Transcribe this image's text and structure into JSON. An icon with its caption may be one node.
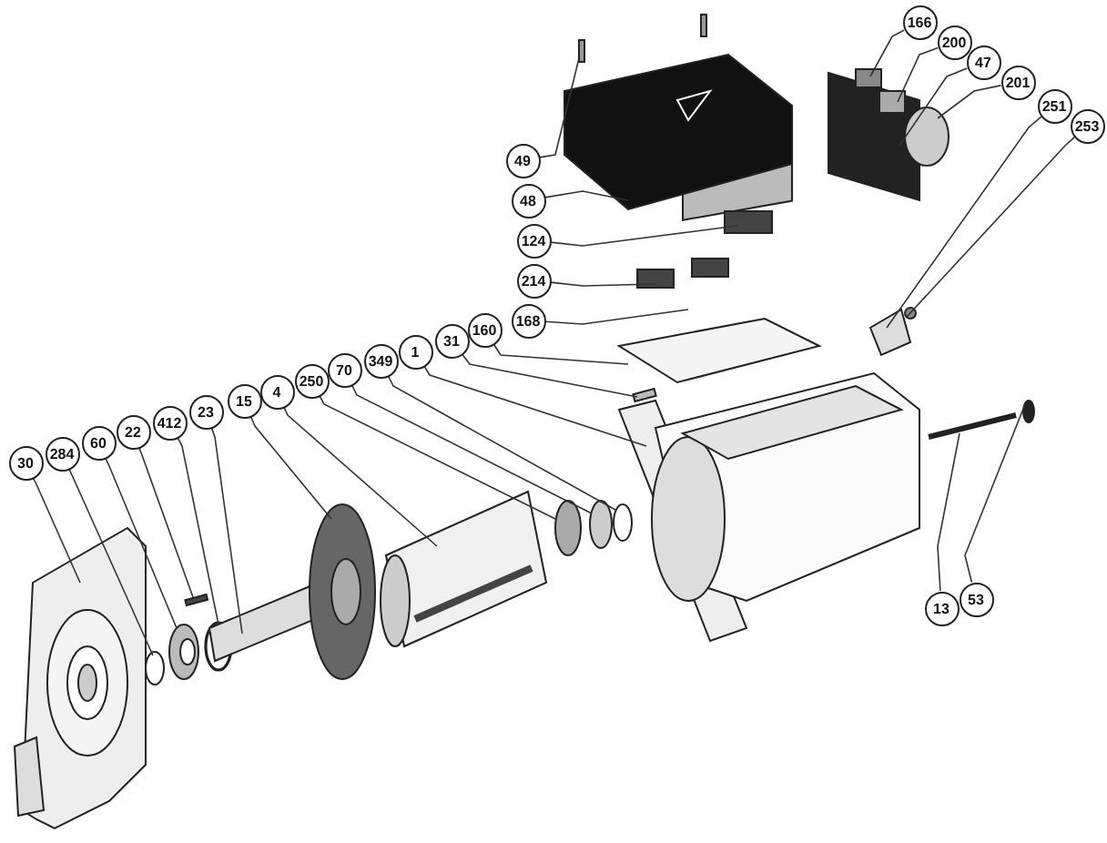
{
  "diagram": {
    "nodes": [
      {
        "text": [
          "166"
        ]
      },
      {
        "text": [
          "200"
        ]
      },
      {
        "text": [
          "47"
        ]
      },
      {
        "text": [
          "201"
        ]
      },
      {
        "text": [
          "251"
        ]
      },
      {
        "text": [
          "253"
        ]
      },
      {
        "text": [
          "49"
        ]
      },
      {
        "text": [
          "48"
        ]
      },
      {
        "text": [
          "124"
        ]
      },
      {
        "text": [
          "214"
        ]
      },
      {
        "text": [
          "168"
        ]
      },
      {
        "text": [
          "160"
        ]
      },
      {
        "text": [
          "31"
        ]
      },
      {
        "text": [
          "1"
        ]
      },
      {
        "text": [
          "349"
        ]
      },
      {
        "text": [
          "70"
        ]
      },
      {
        "text": [
          "250"
        ]
      },
      {
        "text": [
          "4"
        ]
      },
      {
        "text": [
          "15"
        ]
      },
      {
        "text": [
          "23"
        ]
      },
      {
        "text": [
          "412"
        ]
      },
      {
        "text": [
          "22"
        ]
      },
      {
        "text": [
          "60"
        ]
      },
      {
        "text": [
          "284"
        ]
      },
      {
        "text": [
          "30"
        ]
      },
      {
        "text": [
          "13"
        ]
      },
      {
        "text": [
          "53"
        ]
      }
    ],
    "edges": [
      {
        "from": 0,
        "to": null,
        "arrow": "none"
      },
      {
        "from": 1,
        "to": null,
        "arrow": "none"
      },
      {
        "from": 2,
        "to": null,
        "arrow": "none"
      },
      {
        "from": 3,
        "to": null,
        "arrow": "none"
      },
      {
        "from": 4,
        "to": null,
        "arrow": "none"
      },
      {
        "from": 5,
        "to": null,
        "arrow": "none"
      },
      {
        "from": 6,
        "to": null,
        "arrow": "none"
      },
      {
        "from": 7,
        "to": null,
        "arrow": "none"
      },
      {
        "from": 8,
        "to": null,
        "arrow": "none"
      },
      {
        "from": 9,
        "to": null,
        "arrow": "none"
      },
      {
        "from": 10,
        "to": null,
        "arrow": "none"
      },
      {
        "from": 11,
        "to": null,
        "arrow": "none"
      },
      {
        "from": 12,
        "to": null,
        "arrow": "none"
      },
      {
        "from": 13,
        "to": null,
        "arrow": "none"
      },
      {
        "from": 14,
        "to": null,
        "arrow": "none"
      },
      {
        "from": 15,
        "to": null,
        "arrow": "none"
      },
      {
        "from": 16,
        "to": null,
        "arrow": "none"
      },
      {
        "from": 17,
        "to": null,
        "arrow": "none"
      },
      {
        "from": 18,
        "to": null,
        "arrow": "none"
      },
      {
        "from": 19,
        "to": null,
        "arrow": "none"
      },
      {
        "from": 20,
        "to": null,
        "arrow": "none"
      },
      {
        "from": 21,
        "to": null,
        "arrow": "none"
      },
      {
        "from": 22,
        "to": null,
        "arrow": "none"
      },
      {
        "from": 23,
        "to": null,
        "arrow": "none"
      },
      {
        "from": 24,
        "to": null,
        "arrow": "none"
      },
      {
        "from": 25,
        "to": null,
        "arrow": "none"
      },
      {
        "from": 26,
        "to": null,
        "arrow": "none"
      }
    ]
  }
}
